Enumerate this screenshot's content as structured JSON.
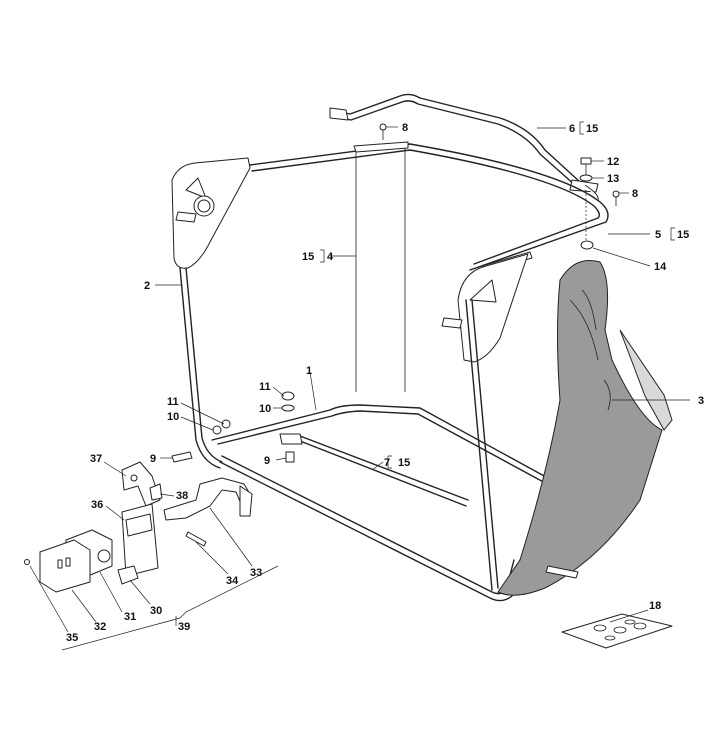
{
  "diagram": {
    "labels": {
      "l1": "1",
      "l2": "2",
      "l3": "3",
      "l4": "4",
      "l5": "5",
      "l6": "6",
      "l7": "7",
      "l8a": "8",
      "l8b": "8",
      "l9a": "9",
      "l9b": "9",
      "l10a": "10",
      "l10b": "10",
      "l11a": "11",
      "l11b": "11",
      "l12": "12",
      "l13": "13",
      "l14": "14",
      "l15a": "15",
      "l15b": "15",
      "l15c": "15",
      "l15d": "15",
      "l18": "18",
      "l30": "30",
      "l31": "31",
      "l32": "32",
      "l33": "33",
      "l34": "34",
      "l35": "35",
      "l36": "36",
      "l37": "37",
      "l38": "38",
      "l39": "39"
    }
  }
}
